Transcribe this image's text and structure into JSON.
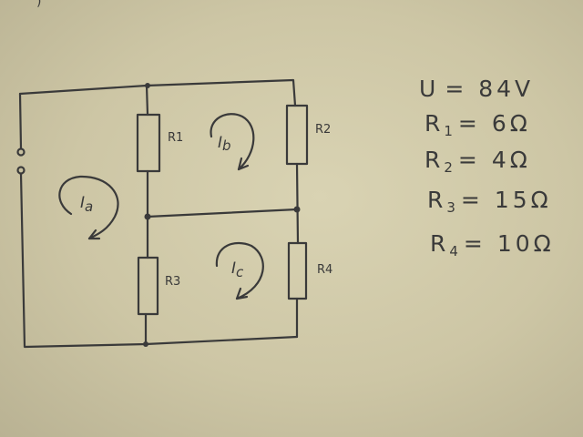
{
  "top_scribble": ")",
  "resistors": {
    "r1": "R1",
    "r2": "R2",
    "r3": "R3",
    "r4": "R4"
  },
  "loops": {
    "a": {
      "letter": "I",
      "sub": "a"
    },
    "b": {
      "letter": "I",
      "sub": "b"
    },
    "c": {
      "letter": "I",
      "sub": "c"
    }
  },
  "given": [
    {
      "sym": "U",
      "sub": "",
      "value": "= 84V"
    },
    {
      "sym": "R",
      "sub": "1",
      "value": "= 6Ω"
    },
    {
      "sym": "R",
      "sub": "2",
      "value": "= 4Ω"
    },
    {
      "sym": "R",
      "sub": "3",
      "value": "= 15Ω"
    },
    {
      "sym": "R",
      "sub": "4",
      "value": "= 10Ω"
    }
  ]
}
